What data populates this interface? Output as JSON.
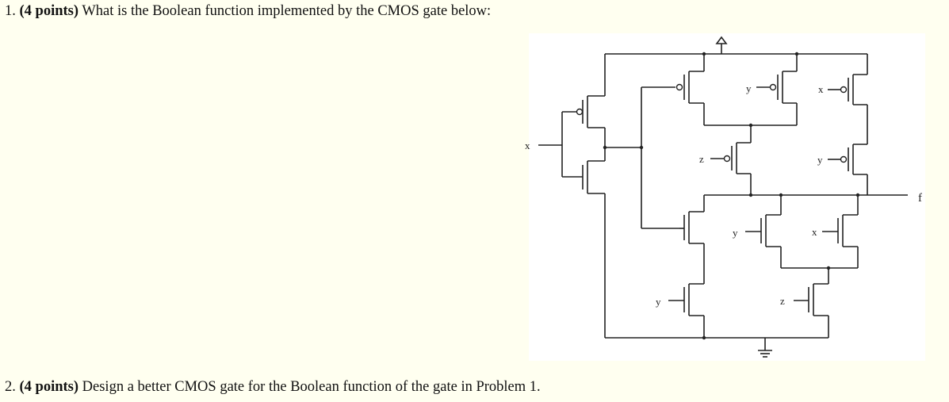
{
  "questions": [
    {
      "number": "1.",
      "points": "(4 points)",
      "text": "What is the Boolean function implemented by the CMOS gate below:"
    },
    {
      "number": "2.",
      "points": "(4 points)",
      "text": "Design a better CMOS gate for the Boolean function of the gate in Problem 1."
    }
  ],
  "diagram": {
    "input_x": "x",
    "output": "f",
    "pmos_labels": [
      "y",
      "x",
      "z",
      "y"
    ],
    "nmos_labels": [
      "y",
      "x",
      "y",
      "z"
    ]
  }
}
